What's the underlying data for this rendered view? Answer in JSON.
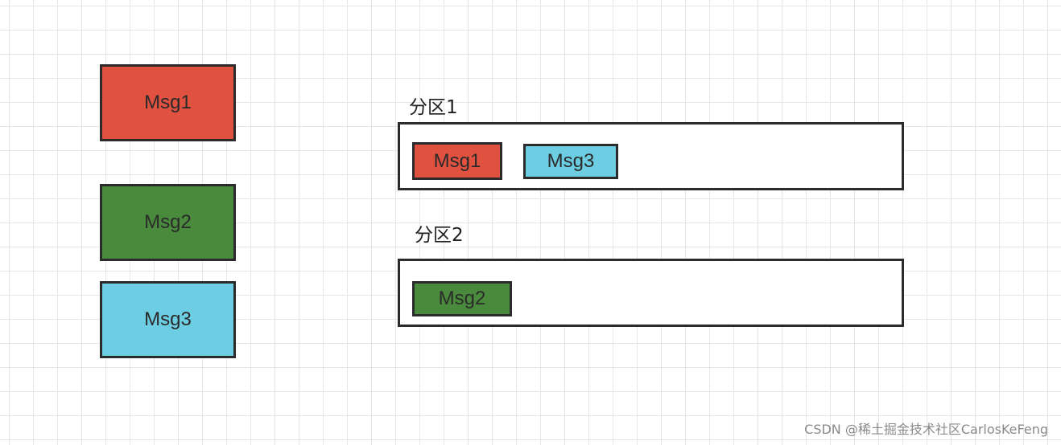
{
  "messages": {
    "msg1": "Msg1",
    "msg2": "Msg2",
    "msg3": "Msg3"
  },
  "partitions": [
    {
      "label": "分区1",
      "messages": [
        "Msg1",
        "Msg3"
      ]
    },
    {
      "label": "分区2",
      "messages": [
        "Msg2"
      ]
    }
  ],
  "watermark": "CSDN @稀土掘金技术社区CarlosKeFeng",
  "colors": {
    "msg1": "#e05140",
    "msg2": "#4a8a3c",
    "msg3": "#6ccde3",
    "border": "#2b2b2b",
    "grid": "#e6e6e6"
  }
}
